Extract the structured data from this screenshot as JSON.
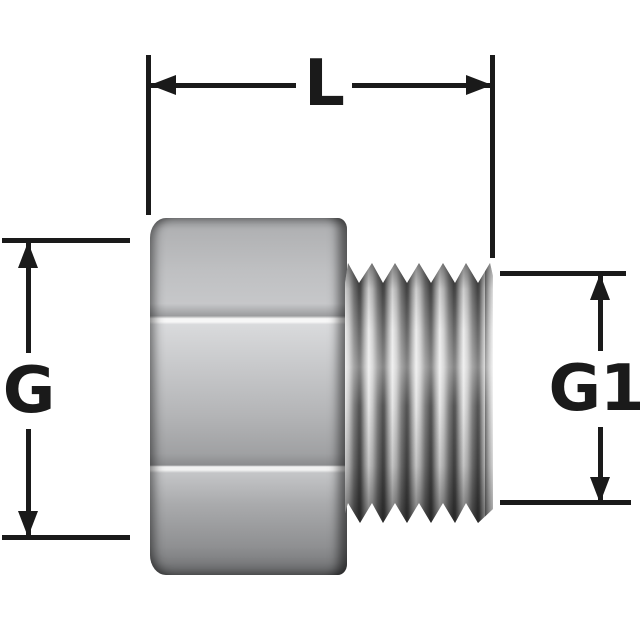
{
  "drawing": {
    "subject": "side view of a chrome hex adapter fitting with external pipe thread",
    "labels": {
      "length": "L",
      "left_diameter": "G",
      "right_diameter": "G1"
    },
    "colors": {
      "background": "#ffffff",
      "line": "#1a1a1a",
      "metal-light": "#d8d9db",
      "metal-mid": "#b3b4b6",
      "metal-dark": "#6f7072"
    }
  }
}
